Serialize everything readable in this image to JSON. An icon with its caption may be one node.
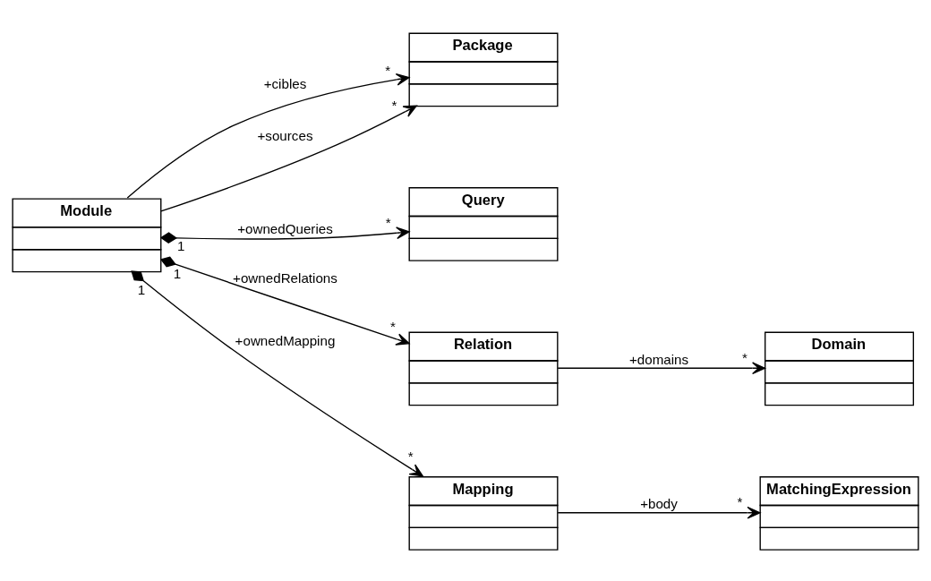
{
  "diagram": {
    "nodes": [
      {
        "text": [
          "Package"
        ]
      },
      {
        "text": [
          "Module"
        ]
      },
      {
        "text": [
          "Query"
        ]
      },
      {
        "text": [
          "Relation"
        ]
      },
      {
        "text": [
          "Domain"
        ]
      },
      {
        "text": [
          "Mapping"
        ]
      },
      {
        "text": [
          "MatchingExpression"
        ]
      }
    ],
    "edges": [
      {
        "from": 1,
        "to": 0,
        "arrow": "to",
        "label": "+cibles"
      },
      {
        "from": 1,
        "to": 0,
        "arrow": "to",
        "label": "+sources"
      },
      {
        "from": 1,
        "to": 2,
        "arrow": "to",
        "label": "+ownedQueries"
      },
      {
        "from": 1,
        "to": 3,
        "arrow": "to",
        "label": "+ownedRelations"
      },
      {
        "from": 3,
        "to": 4,
        "arrow": "to",
        "label": "+domains"
      },
      {
        "from": 1,
        "to": 5,
        "arrow": "to",
        "label": "+ownedMapping"
      },
      {
        "from": 5,
        "to": 6,
        "arrow": "to",
        "label": "+body"
      }
    ],
    "labels": [
      "*",
      "*",
      "1",
      "*",
      "1",
      "1",
      "*",
      "*",
      "*",
      "*"
    ]
  }
}
